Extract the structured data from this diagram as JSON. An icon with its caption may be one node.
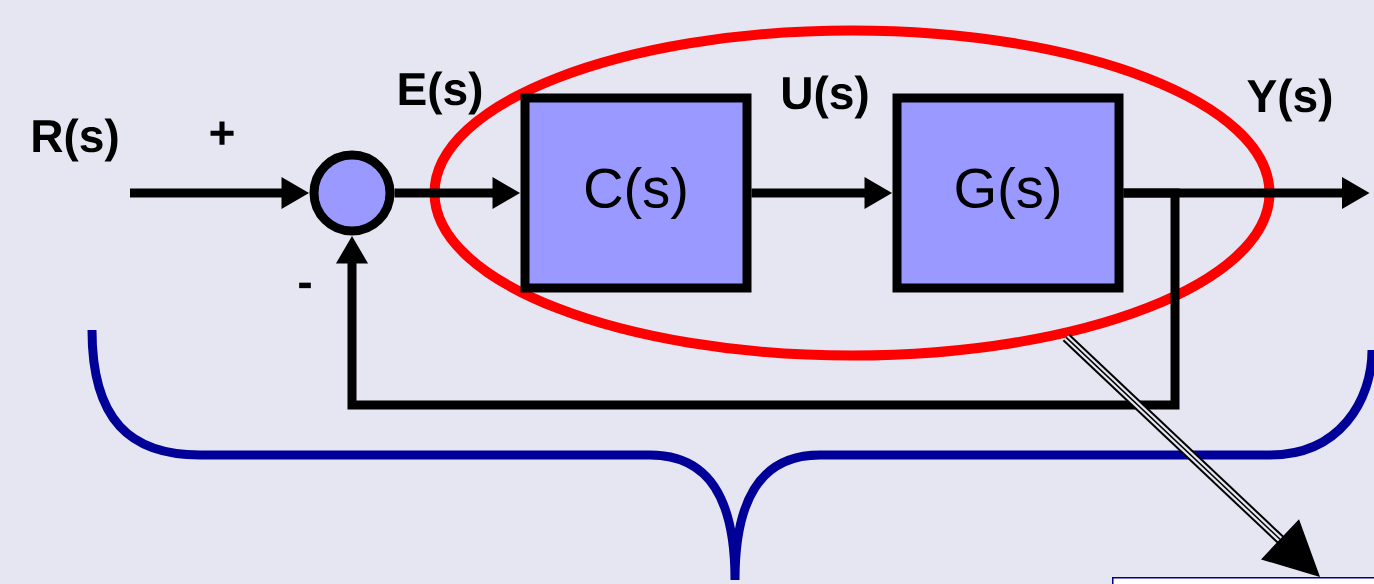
{
  "diagram": {
    "nodes": [
      {
        "text": [],
        "shape": "circle"
      },
      {
        "text": [],
        "shape": "ellipse"
      },
      {
        "text": [
          "C(s)"
        ],
        "in": 1
      },
      {
        "text": [
          "G(s)"
        ],
        "in": 1
      },
      {
        "text": [],
        "shape": "box"
      }
    ],
    "edges": [
      {
        "from": null,
        "to": 0,
        "arrow": "to",
        "label": "R(s)"
      },
      {
        "from": 0,
        "to": 2,
        "arrow": "to",
        "label": "E(s)"
      },
      {
        "from": 2,
        "to": 3,
        "arrow": "to",
        "label": "U(s)"
      },
      {
        "from": 3,
        "to": null,
        "arrow": "to",
        "label": "Y(s)"
      },
      {
        "from": 3,
        "to": 0,
        "arrow": "to"
      },
      {
        "from": 1,
        "to": 4,
        "arrow": "to"
      }
    ],
    "labels": [
      "+",
      "-"
    ]
  }
}
